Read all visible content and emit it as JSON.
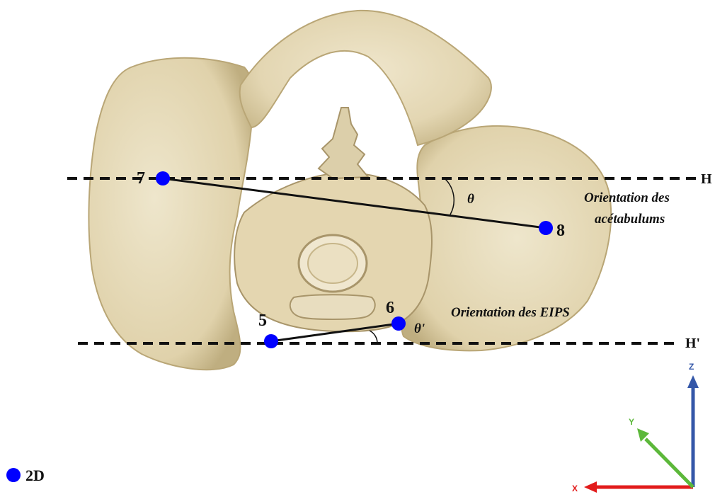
{
  "labels": {
    "line_h": "H",
    "line_h_prime": "H'",
    "theta": "θ",
    "theta_prime": "θ'",
    "acetabulum_line1": "Orientation des",
    "acetabulum_line2": "acétabulums",
    "eips": "Orientation des EIPS"
  },
  "points": [
    {
      "label": "7"
    },
    {
      "label": "8"
    },
    {
      "label": "5"
    },
    {
      "label": "6"
    }
  ],
  "axes": {
    "x_label": "X",
    "y_label": "Y",
    "z_label": "Z",
    "x_color": "#e21b1b",
    "y_color": "#5cb83a",
    "z_color": "#3457a8"
  },
  "legend": {
    "label": "2D",
    "marker_color": "#0000ff"
  },
  "colors": {
    "bone": "#e6dcbd",
    "bone_shadow": "#c9b98d",
    "marker": "#0000ff"
  }
}
